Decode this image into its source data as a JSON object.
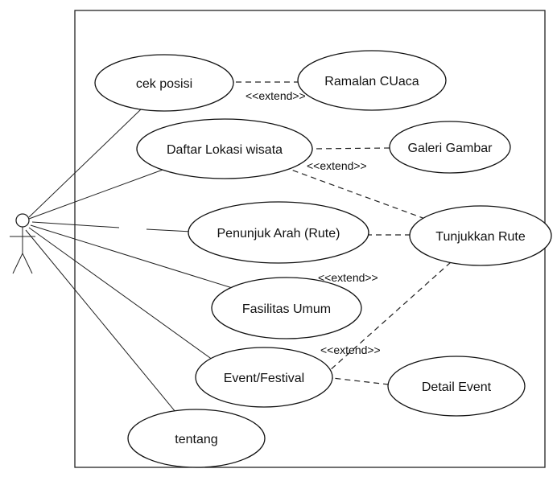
{
  "use_cases": {
    "cek_posisi": "cek posisi",
    "ramalan_cuaca": "Ramalan CUaca",
    "daftar_lokasi": "Daftar Lokasi wisata",
    "galeri_gambar": "Galeri Gambar",
    "penunjuk_arah": "Penunjuk Arah (Rute)",
    "tunjukkan_rute": "Tunjukkan Rute",
    "fasilitas_umum": "Fasilitas Umum",
    "event_festival": "Event/Festival",
    "detail_event": "Detail Event",
    "tentang": "tentang"
  },
  "stereotypes": {
    "extend_1": "<<extend>>",
    "extend_2": "<<extend>>",
    "extend_3": "<<extend>>",
    "extend_4": "<<extend>>"
  }
}
